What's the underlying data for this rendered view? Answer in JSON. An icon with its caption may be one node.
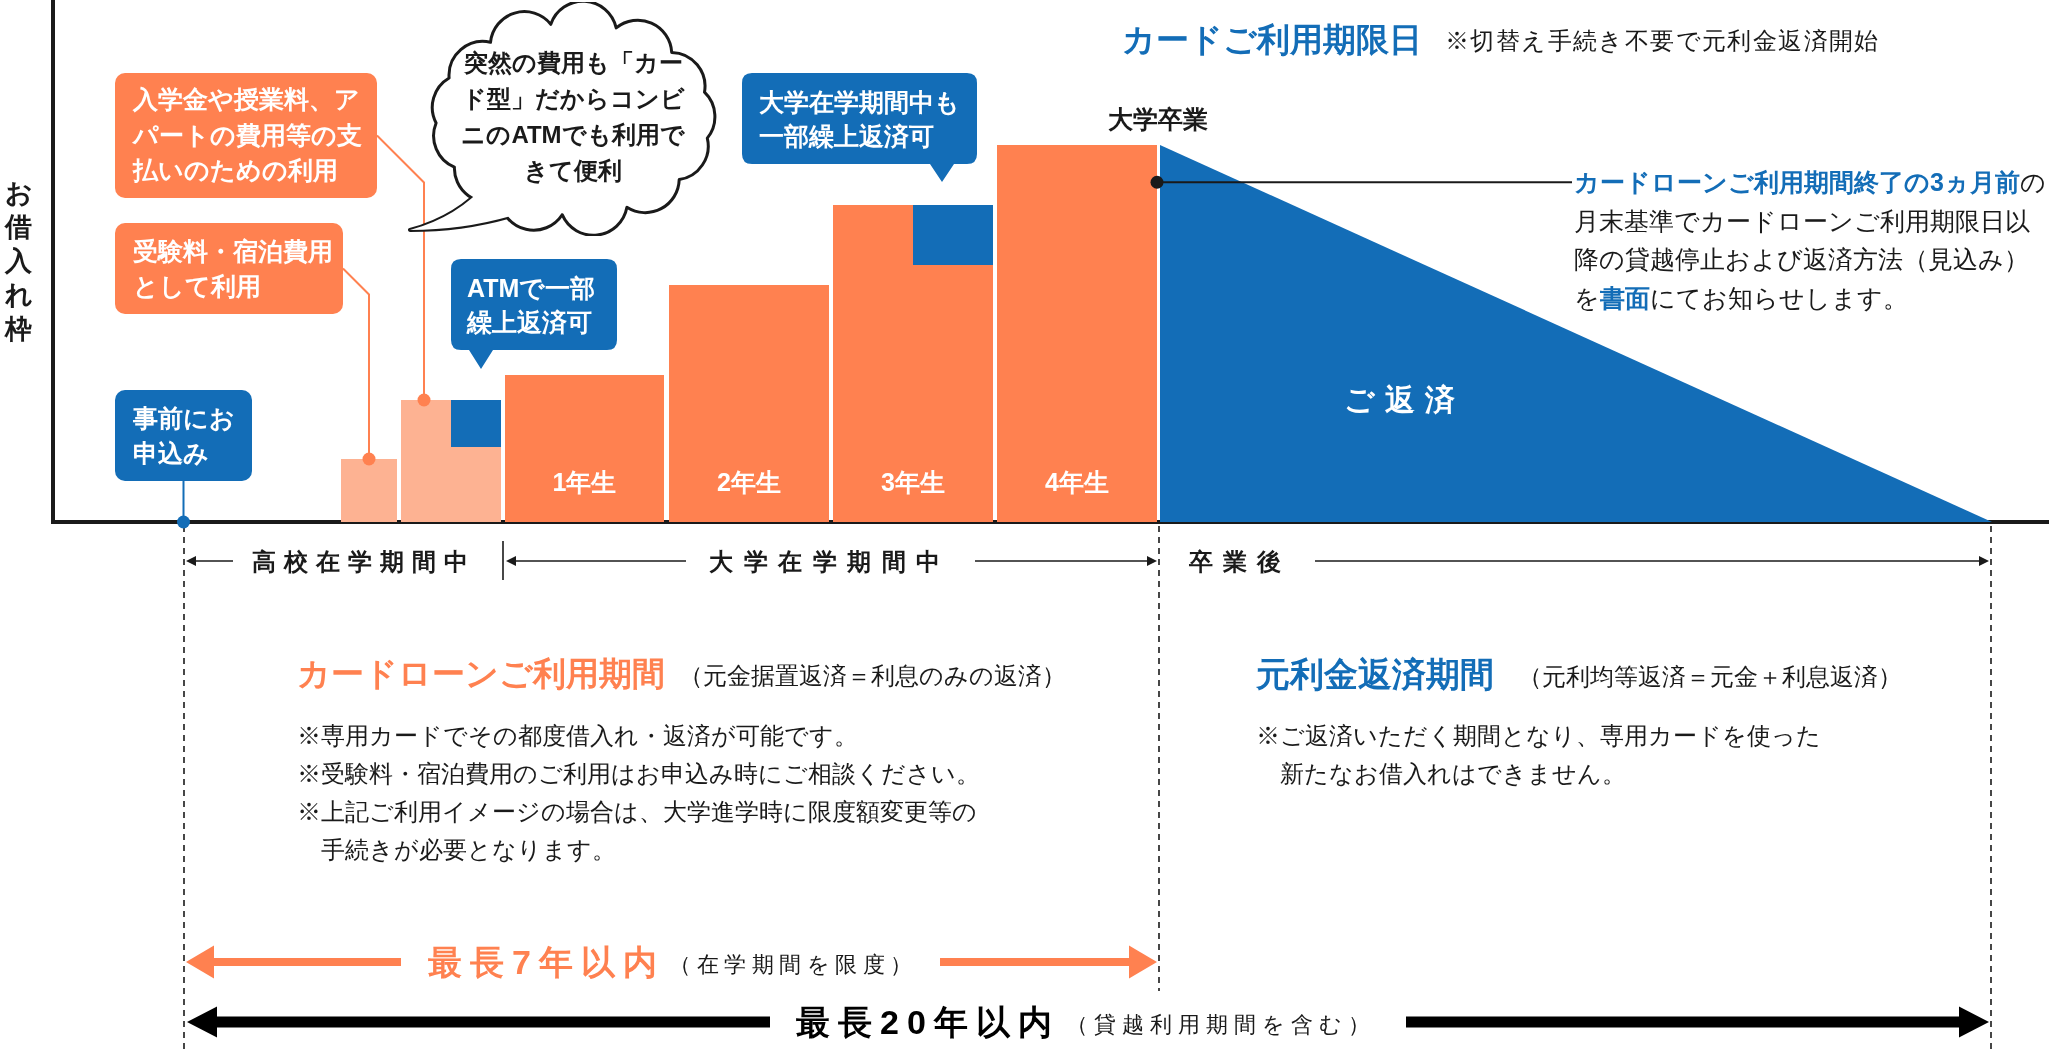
{
  "diagram": {
    "nodes": [
      {
        "text": [
          "入学金や授業料、アパートの費用等の支払いのための利用"
        ]
      },
      {
        "text": [
          "突然の費用も「カード型」だからコンビニのATMでも利用できて便利"
        ]
      },
      {
        "text": [
          "大学在学期間中も一部繰上返済可"
        ]
      },
      {
        "text": [
          "**カードローンご利用期間終了の3ヵ月前**の月末基準でカードローンご利用期限日以降の貸越停止および返済方法（見込み）を**書面**にてお知らせします。"
        ]
      },
      {
        "text": [
          "受験料・宿泊費用として利用"
        ]
      },
      {
        "text": [
          "ATMで一部繰上返済可"
        ]
      },
      {
        "text": [
          "事前にお申込み"
        ]
      },
      {
        "text": [],
        "shape": "bar"
      },
      {
        "text": [],
        "shape": "bar"
      },
      {
        "text": [
          "1年生"
        ]
      },
      {
        "text": [
          "2年生"
        ]
      },
      {
        "text": [
          "3年生"
        ]
      },
      {
        "text": [
          "4年生"
        ]
      },
      {
        "text": [
          "ご返済"
        ]
      },
      {
        "text": [],
        "shape": "bar",
        "in": 8
      },
      {
        "text": [],
        "shape": "bar",
        "in": 11
      }
    ],
    "edges": [
      {
        "from": 0,
        "to": 8,
        "arrow": "other"
      },
      {
        "from": 3,
        "to": 12,
        "arrow": "other",
        "color": "#1a1a1a"
      },
      {
        "from": 4,
        "to": 7,
        "arrow": "other"
      },
      {
        "from": 6,
        "to": null,
        "arrow": "other",
        "color": "#136db7"
      }
    ],
    "labels": [
      "カードご利用期限日",
      "※切替え手続き不要で元利金返済開始",
      "大学卒業",
      "お借入れ枠",
      "高校在学期間中",
      "大学在学期間中",
      "卒業後",
      "カードローンご利用期間",
      "（元金据置返済＝利息のみの返済）",
      "元利金返済期間",
      "（元利均等返済＝元金＋利息返済）",
      "※専用カードでその都度借入れ・返済が可能です。",
      "※受験料・宿泊費用のご利用はお申込み時にご相談ください。",
      "※上記ご利用イメージの場合は、大学進学時に限度額変更等の手続きが必要となります。",
      "※ご返済いただく期間となり、専用カードを使った新たなお借入れはできません。",
      "最長7年以内",
      "（在学期間を限度）",
      "最長20年以内",
      "（貸越利用期間を含む）"
    ]
  }
}
